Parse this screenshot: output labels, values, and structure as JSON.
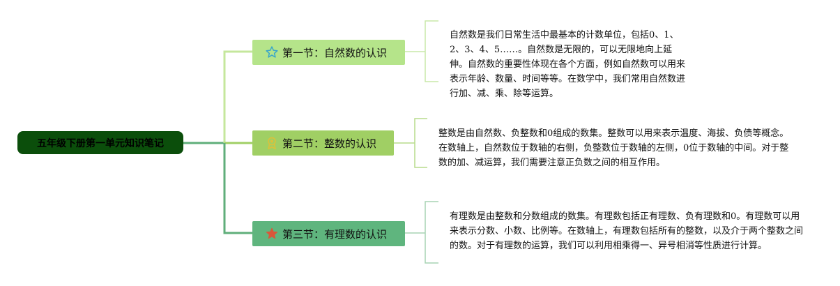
{
  "mindmap": {
    "root": {
      "title": "五年级下册第一单元知识笔记"
    },
    "sections": [
      {
        "title": "第一节：自然数的认识",
        "icon": "star-outline-icon",
        "color": "#b5e48a",
        "description": "自然数是我们日常生活中最基本的计数单位，包括0、1、2、3、4、5……。自然数是无限的，可以无限地向上延伸。自然数的重要性体现在各个方面，例如自然数可以用来表示年龄、数量、时间等等。在数学中，我们常用自然数进行加、减、乘、除等运算。"
      },
      {
        "title": "第二节：整数的认识",
        "icon": "award-ribbon-icon",
        "color": "#a0cf64",
        "description": "整数是由自然数、负整数和0组成的数集。整数可以用来表示温度、海拔、负债等概念。在数轴上，自然数位于数轴的右侧，负整数位于数轴的左侧，0位于数轴的中间。对于整数的加、减运算，我们需要注意正负数之间的相互作用。"
      },
      {
        "title": "第三节：有理数的认识",
        "icon": "star-filled-icon",
        "color": "#5fb57e",
        "description": "有理数是由整数和分数组成的数集。有理数包括正有理数、负有理数和0。有理数可以用来表示分数、小数、比例等。在数轴上，有理数包括所有的整数，以及介于两个整数之间的数。对于有理数的运算，我们可以利用相乘得一、异号相消等性质进行计算。"
      }
    ],
    "colors": {
      "root_bg": "#0b4e0b",
      "trunk_line": "#5fae7a",
      "icon_star_outline": "#3aa6c9",
      "icon_award": "#d9c23c",
      "icon_star_filled": "#d9573a"
    }
  }
}
